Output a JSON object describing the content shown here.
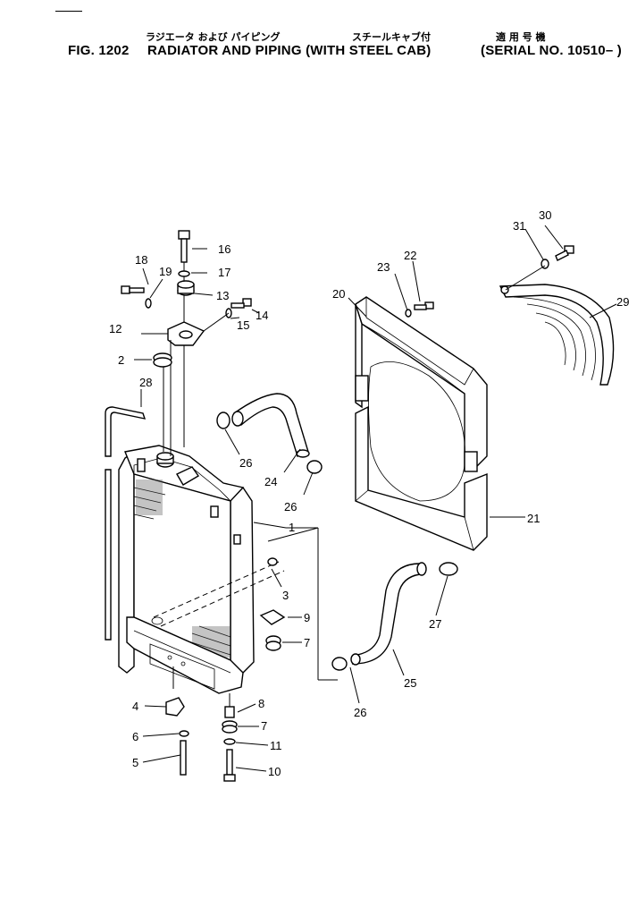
{
  "header": {
    "jp_title": "ラジエータ および パイピング",
    "jp_cab": "スチールキャブ付",
    "jp_serial": "適 用 号 機",
    "fig_number": "FIG. 1202",
    "title": "RADIATOR AND PIPING (WITH STEEL CAB)",
    "serial": "(SERIAL NO. 10510– )"
  },
  "callouts": {
    "c1": "1",
    "c2": "2",
    "c3": "3",
    "c4": "4",
    "c5": "5",
    "c6": "6",
    "c7a": "7",
    "c7b": "7",
    "c8": "8",
    "c9": "9",
    "c10": "10",
    "c11": "11",
    "c12": "12",
    "c13": "13",
    "c14": "14",
    "c15": "15",
    "c16": "16",
    "c17": "17",
    "c18": "18",
    "c19": "19",
    "c20": "20",
    "c21": "21",
    "c22": "22",
    "c23": "23",
    "c24": "24",
    "c25": "25",
    "c26a": "26",
    "c26b": "26",
    "c26c": "26",
    "c27": "27",
    "c28": "28",
    "c29": "29",
    "c30": "30",
    "c31": "31"
  }
}
